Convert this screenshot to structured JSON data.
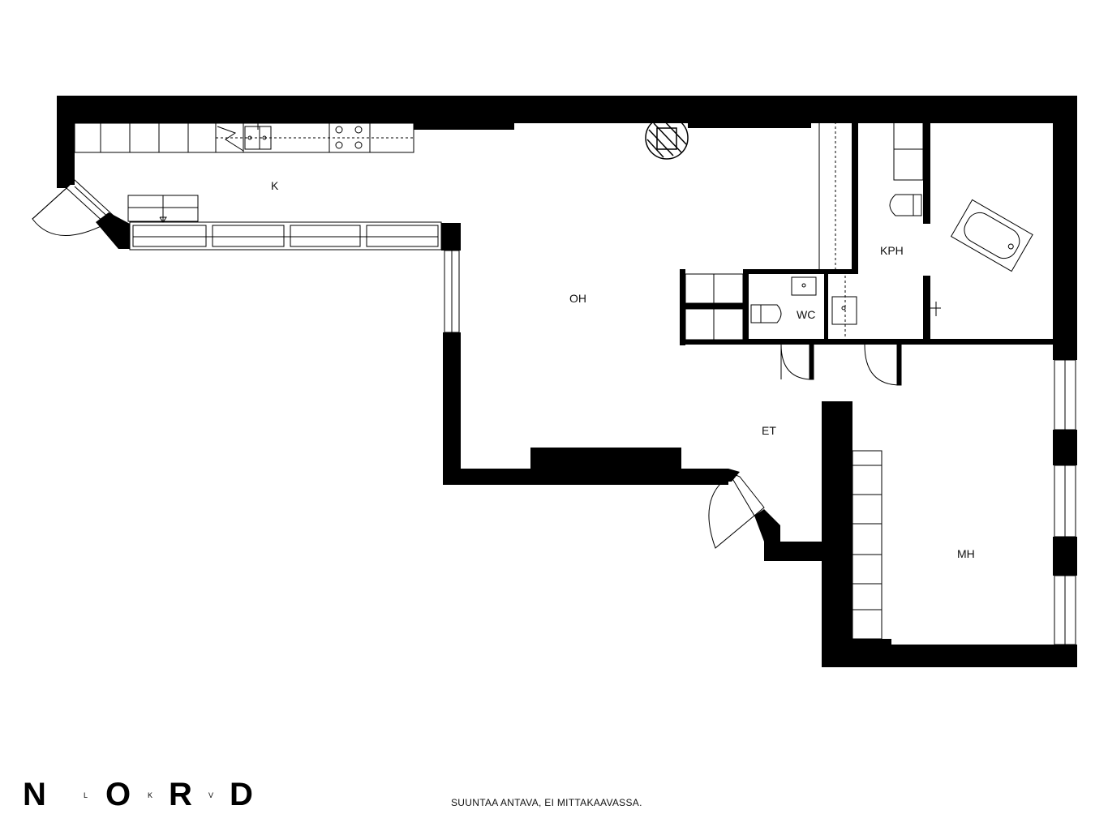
{
  "rooms": {
    "k": "K",
    "oh": "OH",
    "kph": "KPH",
    "wc": "WC",
    "et": "ET",
    "mh": "MH"
  },
  "logo": {
    "n": "N",
    "l": "L",
    "o": "O",
    "k": "K",
    "r": "R",
    "v": "V",
    "d": "D"
  },
  "footer": {
    "note": "SUUNTAA ANTAVA, EI MITTAKAAVASSA."
  },
  "colors": {
    "wall": "#000000",
    "line": "#000000",
    "background": "#ffffff"
  }
}
